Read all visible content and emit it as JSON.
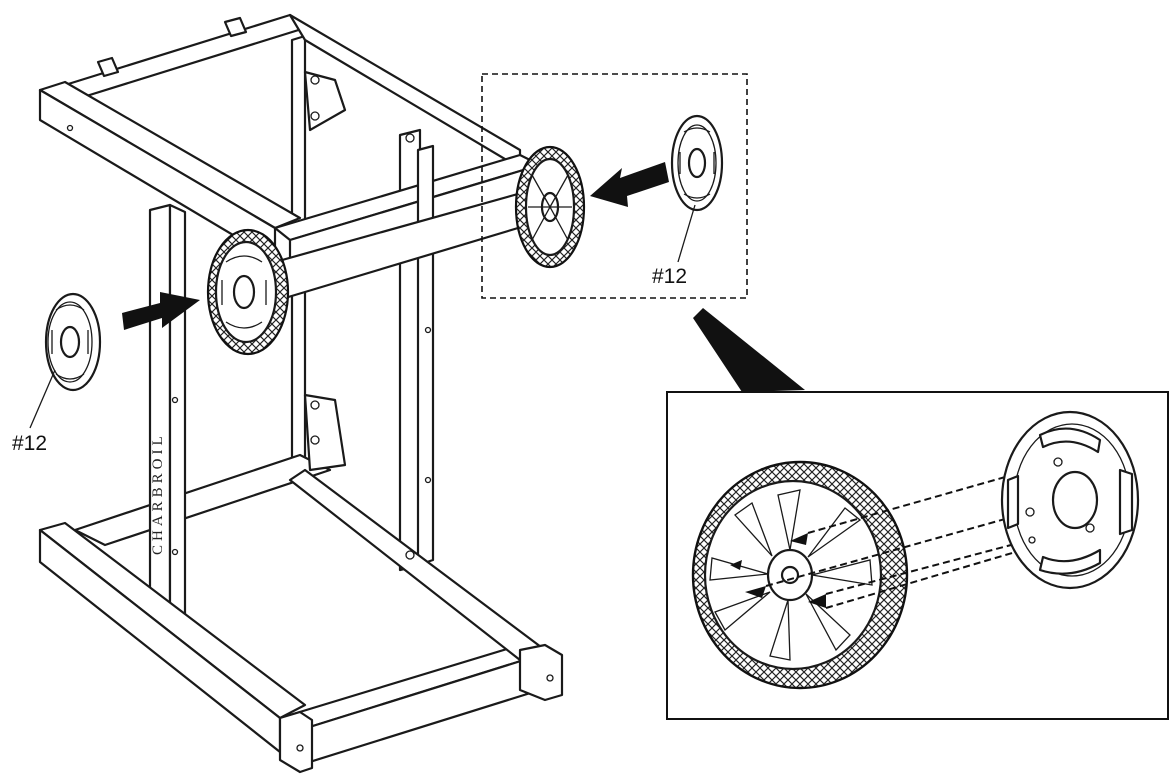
{
  "diagram": {
    "part_labels": {
      "left_hubcap": "#12",
      "right_hubcap": "#12"
    },
    "cart_brand": "CHARBROIL"
  },
  "colors": {
    "line": "#1a1a1a",
    "background": "#ffffff"
  },
  "icons": [
    "arrow-right-icon",
    "arrow-left-icon",
    "wheel-icon",
    "hubcap-icon"
  ]
}
